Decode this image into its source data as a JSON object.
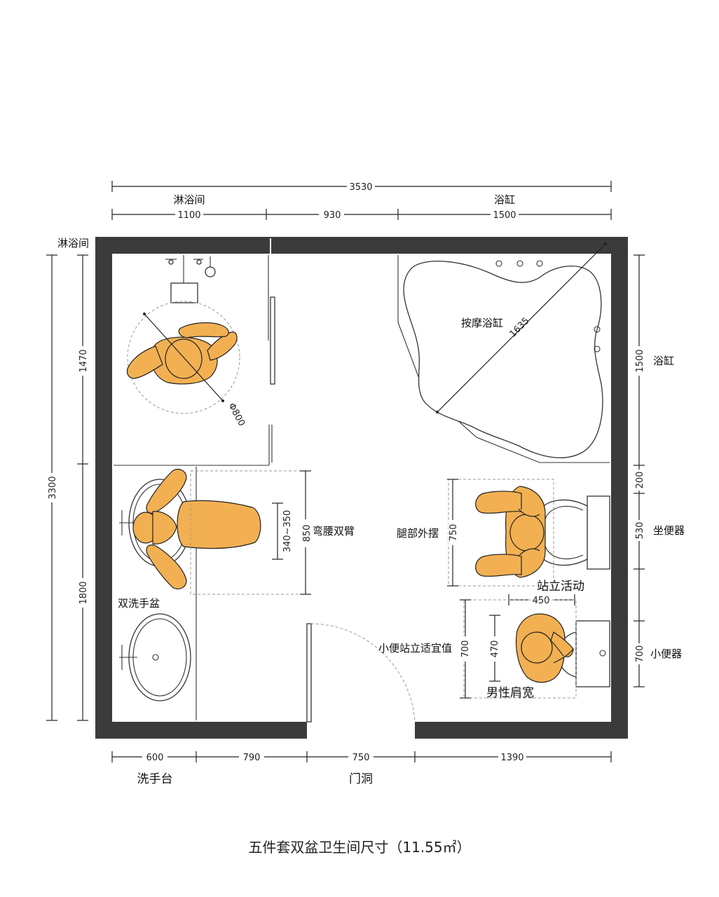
{
  "top_dims": {
    "total": "3530",
    "shower_label": "淋浴间",
    "bath_label": "浴缸",
    "shower_width": "1100",
    "middle_width": "930",
    "bath_width": "1500"
  },
  "left_dims": {
    "shower_label": "淋浴间",
    "total": "3300",
    "shower_depth": "1470",
    "vanity_depth": "1800"
  },
  "right_dims": {
    "bath_depth": "1500",
    "bath_label": "浴缸",
    "gap": "200",
    "toilet_depth": "530",
    "toilet_label": "坐便器",
    "urinal_depth": "700",
    "urinal_label": "小便器"
  },
  "bottom_dims": {
    "vanity_width": "600",
    "gap1": "790",
    "door_width": "750",
    "gap2": "1390",
    "vanity_label": "洗手台",
    "door_label": "门洞"
  },
  "interior": {
    "shower_circle": "Φ800",
    "bathtub_label": "按摩浴缸",
    "bathtub_diag": "1635",
    "bend_range": "340~350",
    "bend_depth": "850",
    "bend_label": "弯腰双臂",
    "leg_label": "腿部外摆",
    "leg_depth": "750",
    "stand_label": "站立活动",
    "stand_width": "450",
    "double_basin_label": "双洗手盆",
    "urinal_stand_label": "小便站立适宜值",
    "urinal_stand_depth": "700",
    "shoulder_depth": "470",
    "shoulder_label": "男性肩宽"
  },
  "caption": "五件套双盆卫生间尺寸（11.55㎡）",
  "colors": {
    "wall": "#3b3b3b",
    "figure": "#f2b052"
  }
}
